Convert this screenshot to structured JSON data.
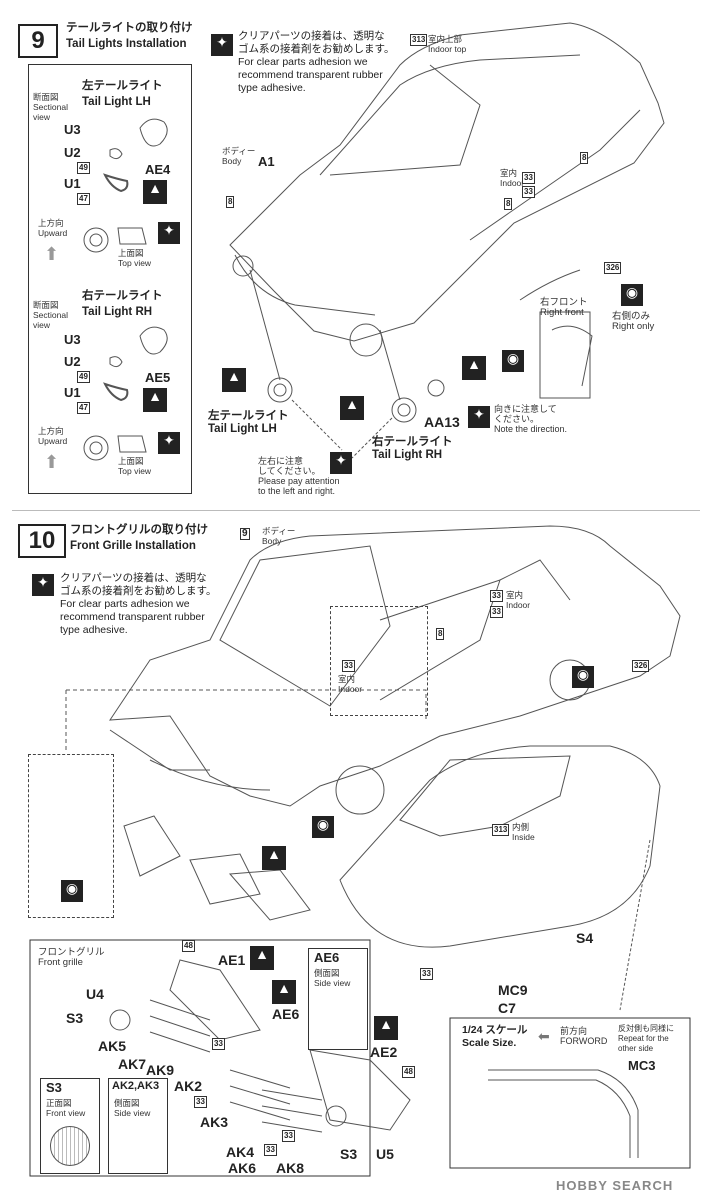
{
  "step9": {
    "number": "9",
    "title_jp": "テールライトの取り付け",
    "title_en": "Tail Lights Installation",
    "note_jp_1": "クリアパーツの接着は、透明な",
    "note_jp_2": "ゴム系の接着剤をお勧めします。",
    "note_en_1": "For clear parts adhesion we",
    "note_en_2": "recommend transparent rubber",
    "note_en_3": "type adhesive.",
    "left_panel": {
      "section_jp": "断面図",
      "section_en_1": "Sectional",
      "section_en_2": "view",
      "title_jp": "左テールライト",
      "title_en": "Tail Light  LH",
      "parts": [
        "U3",
        "U2",
        "U1"
      ],
      "paint_49": "49",
      "paint_47": "47",
      "ae": "AE4",
      "upward_jp": "上方向",
      "upward_en": "Upward",
      "top_jp": "上面図",
      "top_en": "Top view"
    },
    "right_panel": {
      "section_jp": "断面図",
      "section_en_1": "Sectional",
      "section_en_2": "view",
      "title_jp": "右テールライト",
      "title_en": "Tail Light  RH",
      "parts": [
        "U3",
        "U2",
        "U1"
      ],
      "paint_49": "49",
      "paint_47": "47",
      "ae": "AE5",
      "upward_jp": "上方向",
      "upward_en": "Upward",
      "top_jp": "上面図",
      "top_en": "Top view"
    },
    "body_jp": "ボディー",
    "body_en": "Body",
    "body_part": "A1",
    "paint_313": "313",
    "indoor_top_jp": "室内上部",
    "indoor_top_en": "Indoor top",
    "indoor_jp": "室内",
    "indoor_en": "Indoor",
    "paint_33a": "33",
    "paint_33b": "33",
    "paint_8a": "8",
    "paint_8b": "8",
    "paint_8c": "8",
    "paint_326": "326",
    "right_only_jp": "右側のみ",
    "right_only_en": "Right only",
    "right_front_jp": "右フロント",
    "right_front_en": "Right front",
    "tail_lh_jp": "左テールライト",
    "tail_lh_en": "Tail Light  LH",
    "tail_rh_jp": "右テールライト",
    "tail_rh_en": "Tail Light  RH",
    "aa13": "AA13",
    "direction_jp_1": "向きに注意して",
    "direction_jp_2": "ください。",
    "direction_en": "Note the direction.",
    "lr_jp_1": "左右に注意",
    "lr_jp_2": "してください。",
    "lr_en_1": "Please pay attention",
    "lr_en_2": "to the left and right."
  },
  "step10": {
    "number": "10",
    "title_jp": "フロントグリルの取り付け",
    "title_en": "Front Grille Installation",
    "note_jp_1": "クリアパーツの接着は、透明な",
    "note_jp_2": "ゴム系の接着剤をお勧めします。",
    "note_en_1": "For clear parts adhesion we",
    "note_en_2": "recommend transparent rubber",
    "note_en_3": "type adhesive.",
    "body_ref": "9",
    "body_jp": "ボディー",
    "body_en": "Body",
    "indoor_jp": "室内",
    "indoor_en": "Indoor",
    "paint_33a": "33",
    "paint_33b": "33",
    "paint_33c": "33",
    "paint_8": "8",
    "paint_326": "326",
    "paint_313": "313",
    "inside_jp": "内側",
    "inside_en": "Inside",
    "s4": "S4",
    "mc9": "MC9",
    "c7": "C7",
    "paint_33d": "33",
    "grille_jp": "フロントグリル",
    "grille_en": "Front grille",
    "paint_48a": "48",
    "paint_48b": "48",
    "ae1": "AE1",
    "ae6": "AE6",
    "ae6_box_title": "AE6",
    "ae6_side_jp": "側面図",
    "ae6_side_en": "Side view",
    "ae2": "AE2",
    "u4": "U4",
    "s3": "S3",
    "ak5": "AK5",
    "ak7": "AK7",
    "ak9": "AK9",
    "ak2": "AK2",
    "ak3": "AK3",
    "ak4": "AK4",
    "ak6": "AK6",
    "ak8": "AK8",
    "s3_bottom": "S3",
    "u5": "U5",
    "paint_33_list": [
      "33",
      "33",
      "33",
      "33"
    ],
    "s3_box_title": "S3",
    "s3_front_jp": "正面図",
    "s3_front_en": "Front view",
    "ak_box_title": "AK2,AK3",
    "ak_side_jp": "側面図",
    "ak_side_en": "Side view",
    "scale_jp": "1/24 スケール",
    "scale_en": "Scale Size.",
    "forward_jp": "前方向",
    "forward_en": "FORWORD",
    "repeat_jp": "反対側も同様に",
    "repeat_en_1": "Repeat for the",
    "repeat_en_2": "other side",
    "mc3": "MC3"
  },
  "watermark": "HOBBY SEARCH"
}
